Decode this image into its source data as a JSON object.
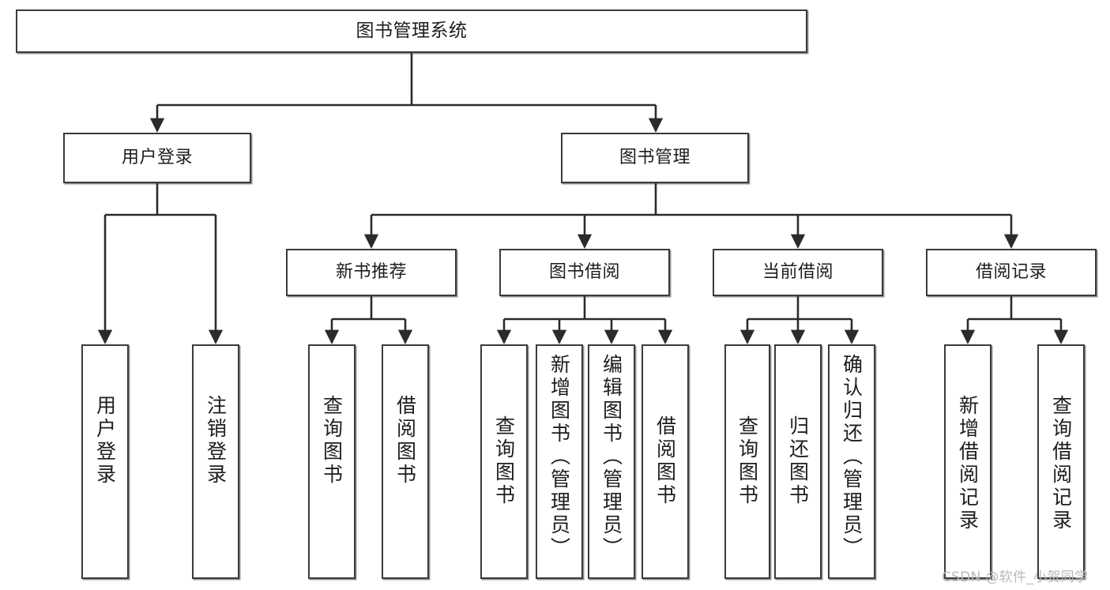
{
  "diagram": {
    "type": "tree-hierarchy-chart",
    "title": "图书管理系统",
    "watermark": "CSDN @软件_小贺同学",
    "colors": {
      "box_border": "#3b3b3b",
      "box_fill": "#ffffff",
      "connector": "#2b2b2b",
      "text": "#1d1d1d",
      "watermark": "#b9b9b9",
      "background": "#ffffff"
    },
    "levels": {
      "level1": [
        {
          "id": "root",
          "label": "图书管理系统"
        }
      ],
      "level2": [
        {
          "id": "user-login",
          "label": "用户登录"
        },
        {
          "id": "book-manage",
          "label": "图书管理"
        }
      ],
      "level3": [
        {
          "id": "new-book-recommend",
          "label": "新书推荐",
          "parent": "book-manage"
        },
        {
          "id": "book-borrow",
          "label": "图书借阅",
          "parent": "book-manage"
        },
        {
          "id": "current-borrow",
          "label": "当前借阅",
          "parent": "book-manage"
        },
        {
          "id": "borrow-record",
          "label": "借阅记录",
          "parent": "book-manage"
        }
      ],
      "leaves": [
        {
          "id": "leaf-user-login",
          "label": "用户登录",
          "parent": "user-login"
        },
        {
          "id": "leaf-logout",
          "label": "注销登录",
          "parent": "user-login"
        },
        {
          "id": "leaf-query-book-1",
          "label": "查询图书",
          "parent": "new-book-recommend"
        },
        {
          "id": "leaf-borrow-book-1",
          "label": "借阅图书",
          "parent": "new-book-recommend"
        },
        {
          "id": "leaf-query-book-2",
          "label": "查询图书",
          "parent": "book-borrow"
        },
        {
          "id": "leaf-add-book",
          "label": "新增图书（管理员）",
          "parent": "book-borrow"
        },
        {
          "id": "leaf-edit-book",
          "label": "编辑图书（管理员）",
          "parent": "book-borrow"
        },
        {
          "id": "leaf-borrow-book-2",
          "label": "借阅图书",
          "parent": "book-borrow"
        },
        {
          "id": "leaf-query-book-3",
          "label": "查询图书",
          "parent": "current-borrow"
        },
        {
          "id": "leaf-return-book",
          "label": "归还图书",
          "parent": "current-borrow"
        },
        {
          "id": "leaf-confirm-return",
          "label": "确认归还（管理员）",
          "parent": "current-borrow"
        },
        {
          "id": "leaf-add-record",
          "label": "新增借阅记录",
          "parent": "borrow-record"
        },
        {
          "id": "leaf-query-record",
          "label": "查询借阅记录",
          "parent": "borrow-record"
        }
      ]
    }
  }
}
